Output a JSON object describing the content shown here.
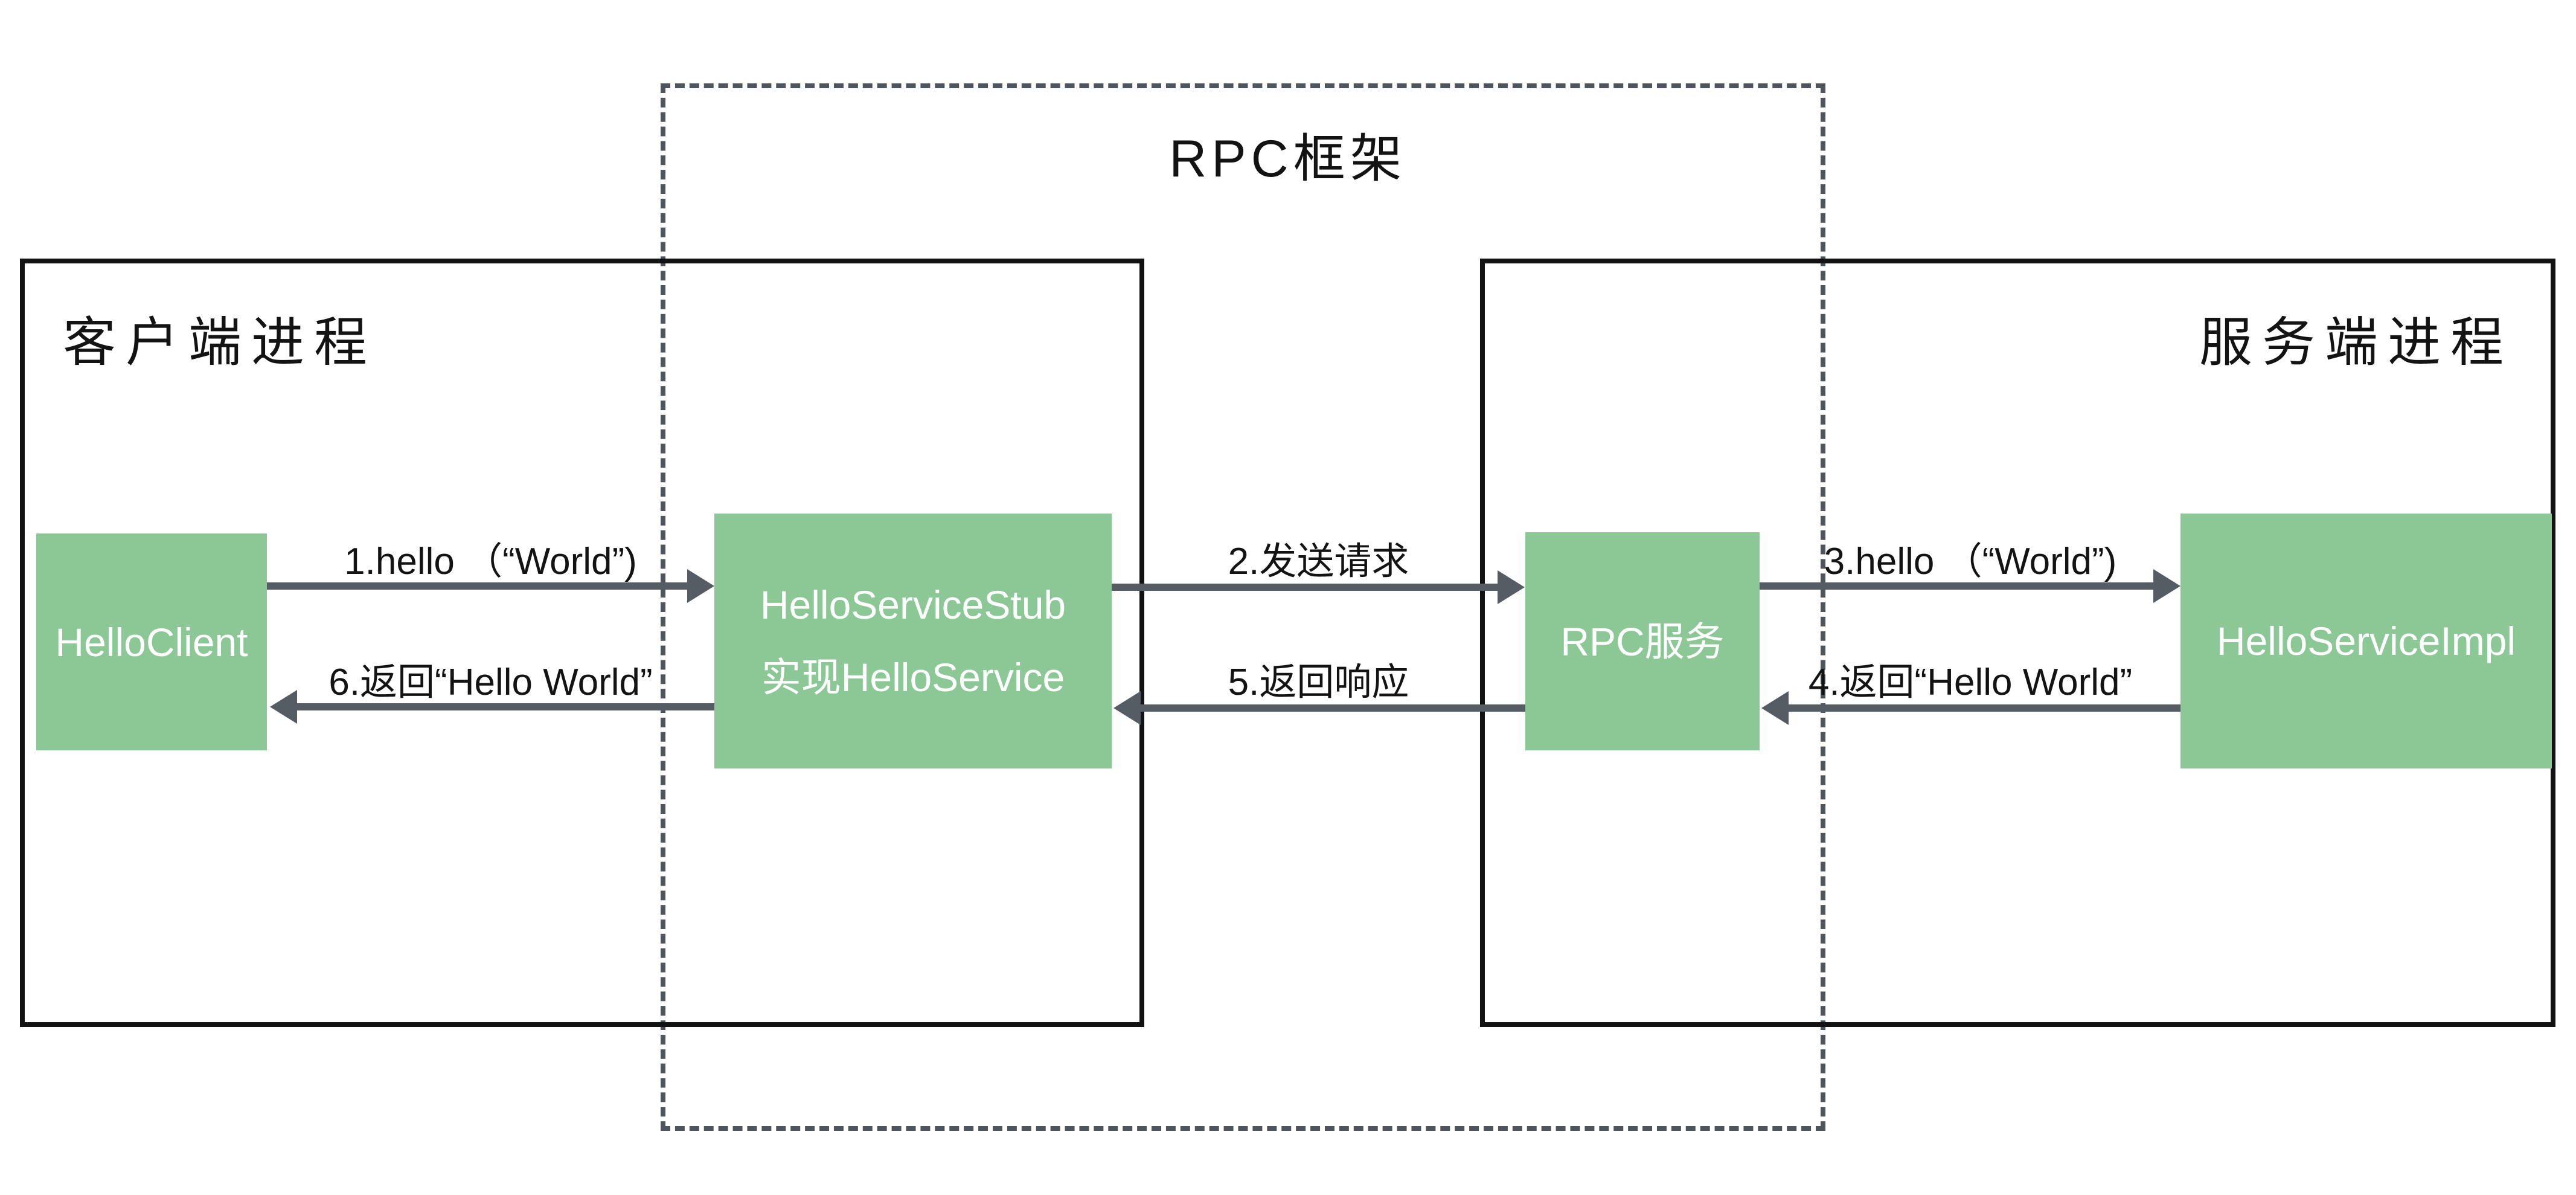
{
  "diagram": {
    "title": "RPC框架",
    "client_process": {
      "label": "客户端进程"
    },
    "server_process": {
      "label": "服务端进程"
    },
    "nodes": {
      "hello_client": {
        "label": "HelloClient"
      },
      "hello_service_stub": {
        "line1": "HelloServiceStub",
        "line2": "实现HelloService"
      },
      "rpc_service": {
        "label": "RPC服务"
      },
      "hello_service_impl": {
        "label": "HelloServiceImpl"
      }
    },
    "arrows": [
      {
        "step": 1,
        "label": "1.hello （“World”)",
        "from": "HelloClient",
        "to": "HelloServiceStub",
        "direction": "right"
      },
      {
        "step": 2,
        "label": "2.发送请求",
        "from": "HelloServiceStub",
        "to": "RPC服务",
        "direction": "right"
      },
      {
        "step": 3,
        "label": "3.hello （“World”)",
        "from": "RPC服务",
        "to": "HelloServiceImpl",
        "direction": "right"
      },
      {
        "step": 4,
        "label": "4.返回“Hello World”",
        "from": "HelloServiceImpl",
        "to": "RPC服务",
        "direction": "left"
      },
      {
        "step": 5,
        "label": "5.返回响应",
        "from": "RPC服务",
        "to": "HelloServiceStub",
        "direction": "left"
      },
      {
        "step": 6,
        "label": "6.返回“Hello World”",
        "from": "HelloServiceStub",
        "to": "HelloClient",
        "direction": "left"
      }
    ],
    "colors": {
      "node_green": "#8cc796",
      "node_text": "#ffffff",
      "arrow_gray": "#555c63",
      "dashed_gray": "#4e555d",
      "border_black": "#131313"
    }
  }
}
